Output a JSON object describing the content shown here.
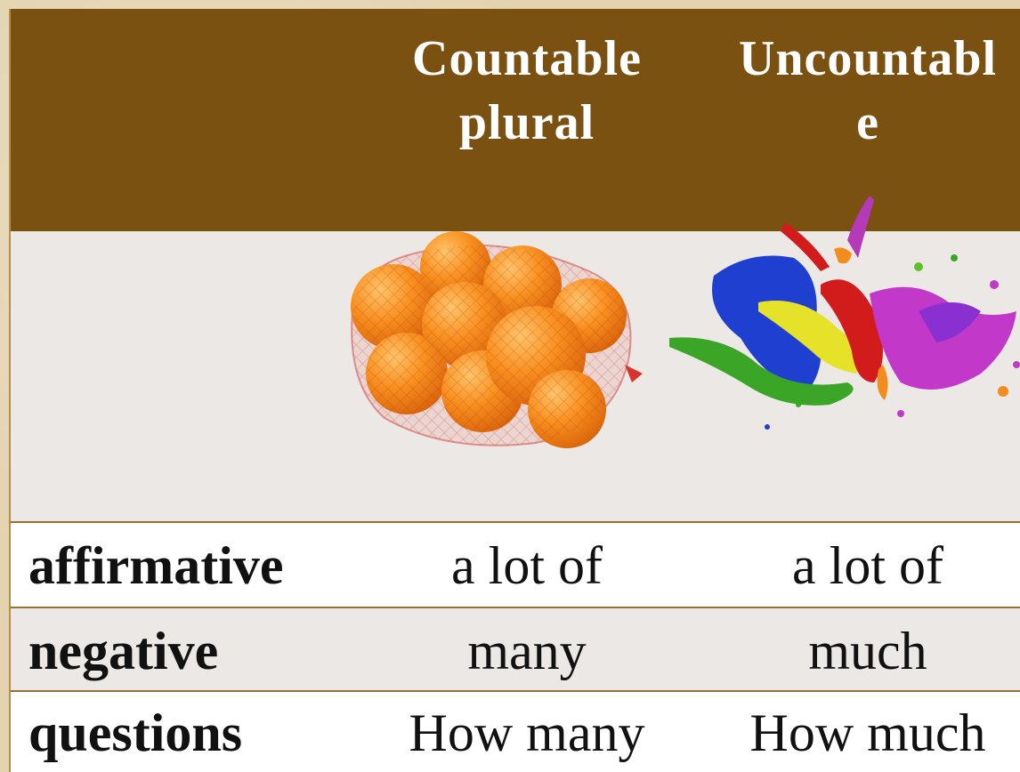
{
  "table": {
    "header": {
      "col1_line1": "Countable",
      "col1_line2": "plural",
      "col2_line1": "Uncountabl",
      "col2_line2": "e"
    },
    "images": {
      "col1": "oranges-in-net",
      "col2": "paint-splash"
    },
    "rows": [
      {
        "label": "affirmative",
        "countable": "a lot of",
        "uncountable": "a lot of"
      },
      {
        "label": "negative",
        "countable": "many",
        "uncountable": "much"
      },
      {
        "label": "questions",
        "countable": "How many",
        "uncountable": "How much"
      }
    ]
  },
  "colors": {
    "header_bg": "#7a5110",
    "row_alt_bg": "#ebe8e5",
    "frame_bg": "#e3d3ae"
  }
}
